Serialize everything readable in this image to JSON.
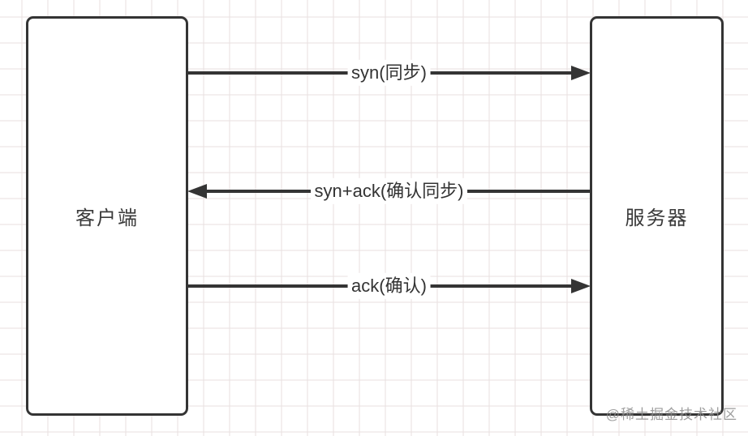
{
  "diagram": {
    "title_semantic": "TCP three-way handshake",
    "nodes": {
      "client": {
        "label": "客户端"
      },
      "server": {
        "label": "服务器"
      }
    },
    "messages": [
      {
        "label": "syn(同步)",
        "direction": "right",
        "from": "client",
        "to": "server"
      },
      {
        "label": "syn+ack(确认同步)",
        "direction": "left",
        "from": "server",
        "to": "client"
      },
      {
        "label": "ack(确认)",
        "direction": "right",
        "from": "client",
        "to": "server"
      }
    ],
    "watermark": "@稀土掘金技术社区",
    "colors": {
      "stroke": "#343434",
      "label_text": "#333333",
      "node_fill": "#ffffff",
      "grid_line": "#eae2e2",
      "background": "#ffffff",
      "watermark": "#8c8c8c"
    }
  }
}
